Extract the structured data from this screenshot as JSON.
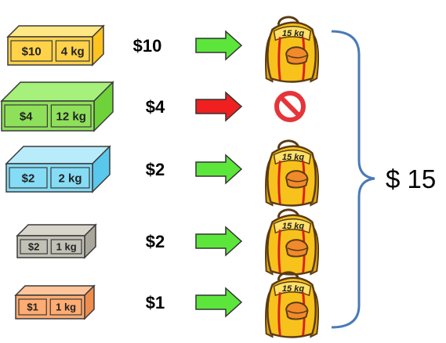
{
  "rows": [
    {
      "price": "$10",
      "weight": "4 kg",
      "value_label": "$10",
      "decision": "accept",
      "box_colors": {
        "top": "#ffe784",
        "front": "#ffd24a",
        "side": "#ffc21f"
      }
    },
    {
      "price": "$4",
      "weight": "12 kg",
      "value_label": "$4",
      "decision": "reject",
      "box_colors": {
        "top": "#a6f07c",
        "front": "#8ee05a",
        "side": "#6fd23a"
      }
    },
    {
      "price": "$2",
      "weight": "2 kg",
      "value_label": "$2",
      "decision": "accept",
      "box_colors": {
        "top": "#b8ecfb",
        "front": "#86dcf5",
        "side": "#59c8ec"
      }
    },
    {
      "price": "$2",
      "weight": "1 kg",
      "value_label": "$2",
      "decision": "accept",
      "box_colors": {
        "top": "#d7d5cc",
        "front": "#c3c1b6",
        "side": "#a9a79b"
      }
    },
    {
      "price": "$1",
      "weight": "1 kg",
      "value_label": "$1",
      "decision": "accept",
      "box_colors": {
        "top": "#ffc59a",
        "front": "#ffac73",
        "side": "#f08c4c"
      }
    }
  ],
  "backpack_label": "15 kg",
  "total_label": "$ 15",
  "icons": {
    "accept": "green-arrow-icon",
    "reject": "red-arrow-icon",
    "reject_target": "prohibited-icon",
    "accept_target": "backpack-icon"
  },
  "colors": {
    "accept_arrow": "#5ce63c",
    "reject_arrow": "#f02020",
    "prohibited": "#e5343a",
    "brace": "#4a7ab8",
    "backpack": "#f7c21b",
    "backpack_trim": "#d92020"
  }
}
